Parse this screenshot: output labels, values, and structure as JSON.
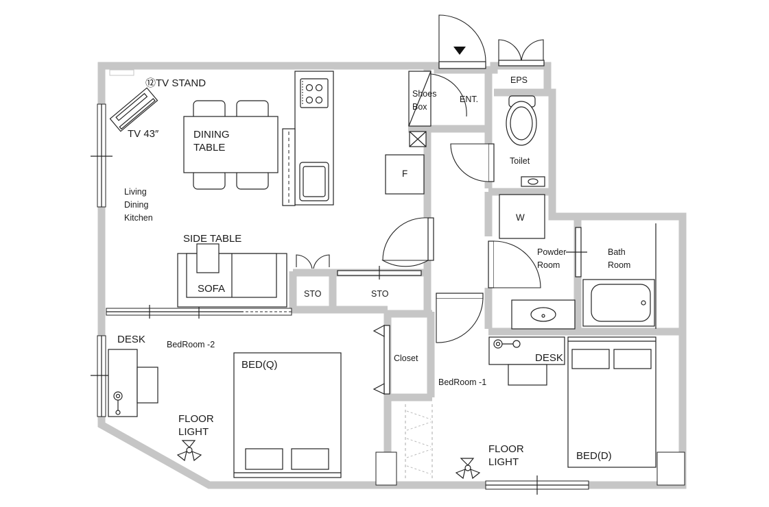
{
  "labels": {
    "tv_stand": "⑫TV STAND",
    "tv": "TV 43″",
    "dining_table_line1": "DINING",
    "dining_table_line2": "TABLE",
    "ldk_line1": "Living",
    "ldk_line2": "Dining",
    "ldk_line3": "Kitchen",
    "side_table": "SIDE TABLE",
    "sofa": "SOFA",
    "sto_left": "STO",
    "sto_right": "STO",
    "fridge": "F",
    "shoes_box_line1": "Shoes",
    "shoes_box_line2": "Box",
    "entrance": "ENT.",
    "eps": "EPS",
    "toilet": "Toilet",
    "washer": "W",
    "powder_room_line1": "Powder",
    "powder_room_line2": "Room",
    "bath_room_line1": "Bath",
    "bath_room_line2": "Room",
    "desk_left": "DESK",
    "bedroom2": "BedRoom -2",
    "bed_q": "BED(Q)",
    "floor_light_left_line1": "FLOOR",
    "floor_light_left_line2": "LIGHT",
    "closet": "Closet",
    "bedroom1": "BedRoom -1",
    "desk_right": "DESK",
    "bed_d": "BED(D)",
    "floor_light_right_line1": "FLOOR",
    "floor_light_right_line2": "LIGHT"
  },
  "colors": {
    "wall": "#c6c6c6",
    "line": "#222222",
    "background": "#ffffff"
  }
}
